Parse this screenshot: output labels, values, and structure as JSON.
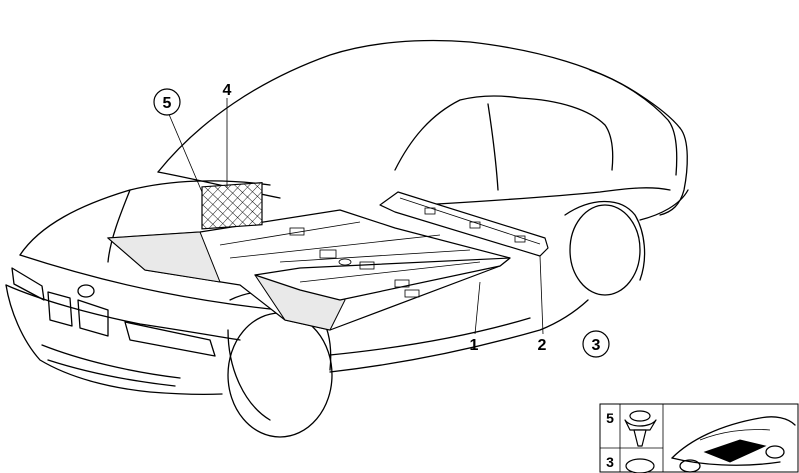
{
  "callouts": {
    "c1": "1",
    "c2": "2",
    "c3": "3",
    "c4": "4",
    "c5": "5"
  },
  "inset": {
    "label_top": "5",
    "label_bottom": "3"
  }
}
